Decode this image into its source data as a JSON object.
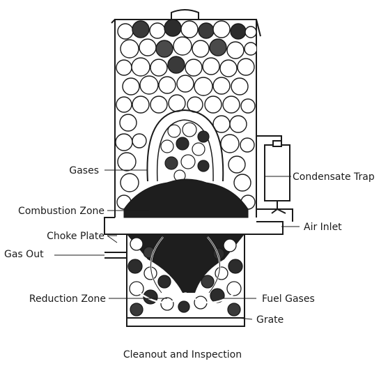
{
  "diagram": {
    "labels": {
      "gases": "Gases",
      "condensate_trap": "Condensate Trap",
      "combustion_zone": "Combustion Zone",
      "air_inlet": "Air Inlet",
      "choke_plate": "Choke Plate",
      "gas_out": "Gas Out",
      "reduction_zone": "Reduction Zone",
      "fuel_gases": "Fuel Gases",
      "grate": "Grate",
      "cleanout": "Cleanout and Inspection"
    }
  }
}
